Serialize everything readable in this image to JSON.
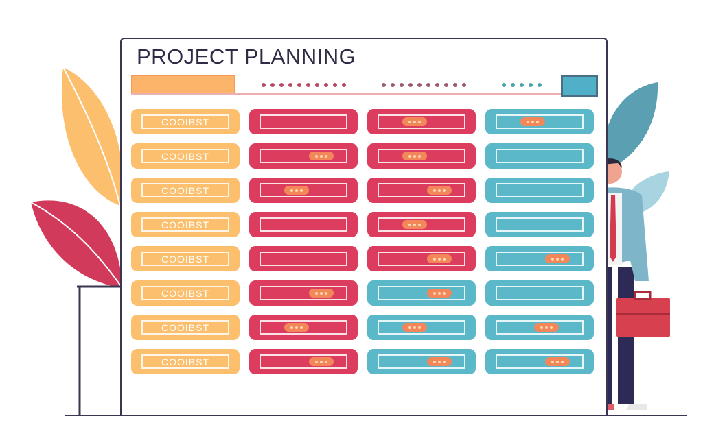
{
  "board": {
    "title": "PROJECT PLANNING",
    "colors": {
      "orange": "#fbbf6e",
      "red": "#dc3d5f",
      "teal": "#5bb8c8",
      "pill": "#f4875a"
    },
    "timeline_dots": [
      {
        "count": 10,
        "color": "#b84a64"
      },
      {
        "count": 10,
        "color": "#9a5a72"
      },
      {
        "count": 5,
        "color": "#4aa5b0"
      }
    ],
    "card_label": "COOIBST",
    "rows": [
      [
        {
          "c": "orange",
          "label": true
        },
        {
          "c": "red",
          "pill": null
        },
        {
          "c": "red",
          "pill": "left"
        },
        {
          "c": "teal",
          "pill": "left"
        }
      ],
      [
        {
          "c": "orange",
          "label": true
        },
        {
          "c": "red",
          "pill": "right"
        },
        {
          "c": "red",
          "pill": "left"
        },
        {
          "c": "teal",
          "pill": null
        }
      ],
      [
        {
          "c": "orange",
          "label": true
        },
        {
          "c": "red",
          "pill": "left"
        },
        {
          "c": "red",
          "pill": "right"
        },
        {
          "c": "teal",
          "pill": null
        }
      ],
      [
        {
          "c": "orange",
          "label": true
        },
        {
          "c": "red",
          "pill": null
        },
        {
          "c": "red",
          "pill": "left"
        },
        {
          "c": "teal",
          "pill": null
        }
      ],
      [
        {
          "c": "orange",
          "label": true
        },
        {
          "c": "red",
          "pill": null
        },
        {
          "c": "red",
          "pill": "right"
        },
        {
          "c": "teal",
          "pill": "right"
        }
      ],
      [
        {
          "c": "orange",
          "label": true
        },
        {
          "c": "red",
          "pill": "right"
        },
        {
          "c": "teal",
          "pill": "right"
        },
        {
          "c": "teal",
          "pill": null
        }
      ],
      [
        {
          "c": "orange",
          "label": true
        },
        {
          "c": "red",
          "pill": "left"
        },
        {
          "c": "teal",
          "pill": "left"
        },
        {
          "c": "teal",
          "pill": "center"
        }
      ],
      [
        {
          "c": "orange",
          "label": true
        },
        {
          "c": "red",
          "pill": "right"
        },
        {
          "c": "teal",
          "pill": "right"
        },
        {
          "c": "teal",
          "pill": "right"
        }
      ]
    ]
  }
}
